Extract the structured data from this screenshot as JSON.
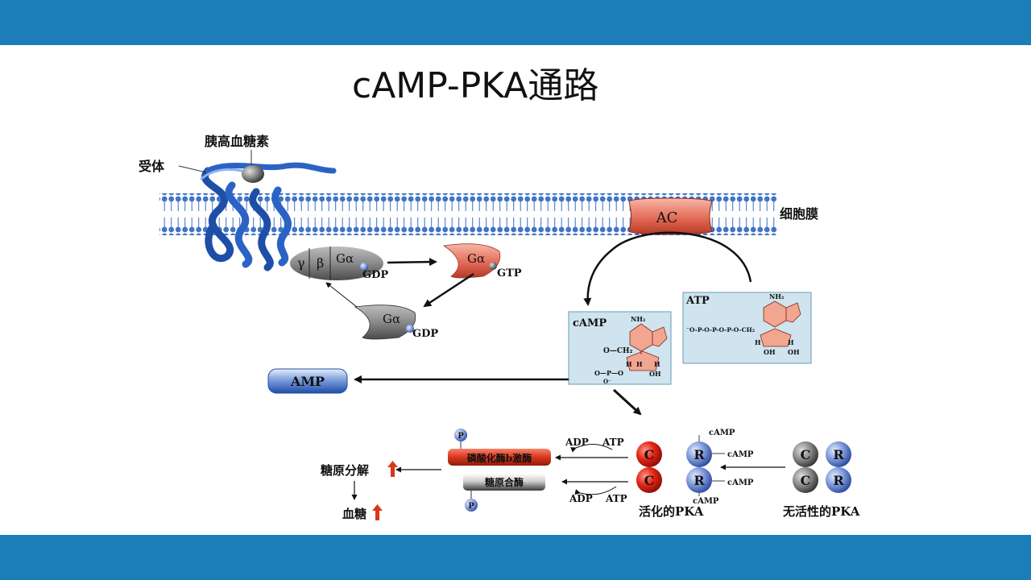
{
  "slide": {
    "title": "cAMP-PKA通路",
    "colors": {
      "band": "#1b7eb9",
      "ac": "#e06550",
      "membrane": "#4a7fc4",
      "pka_c": "#e12515",
      "pka_r": "#5a7fc9",
      "gray": "#8a8a8a"
    }
  },
  "diagram": {
    "glucagon": "胰高血糖素",
    "receptor": "受体",
    "membrane": "细胞膜",
    "ac": "AC",
    "g_gamma": "γ",
    "g_beta": "β",
    "g_alpha": "Gα",
    "gdp": "GDP",
    "gtp": "GTP",
    "camp_box": {
      "title": "cAMP",
      "nh2": "NH₂",
      "ch2": "O—CH₂",
      "h1": "H",
      "h2": "H",
      "h3": "H",
      "oh": "OH",
      "p_line": "O—P—O",
      "o_minus": "O⁻"
    },
    "atp_box": {
      "title": "ATP",
      "nh2": "NH₂",
      "chain": "⁻O-P-O-P-O-P-O-CH₂",
      "h1": "H",
      "h2": "H",
      "oh1": "OH",
      "oh2": "OH"
    },
    "amp": "AMP",
    "kinase_b": "磷酸化酶b激酶",
    "glycogen_synthase": "糖原合酶",
    "p": "P",
    "adp": "ADP",
    "atp": "ATP",
    "c": "C",
    "r": "R",
    "camp": "cAMP",
    "active_pka": "活化的PKA",
    "inactive_pka": "无活性的PKA",
    "glycogenolysis": "糖原分解",
    "blood_glucose": "血糖"
  }
}
